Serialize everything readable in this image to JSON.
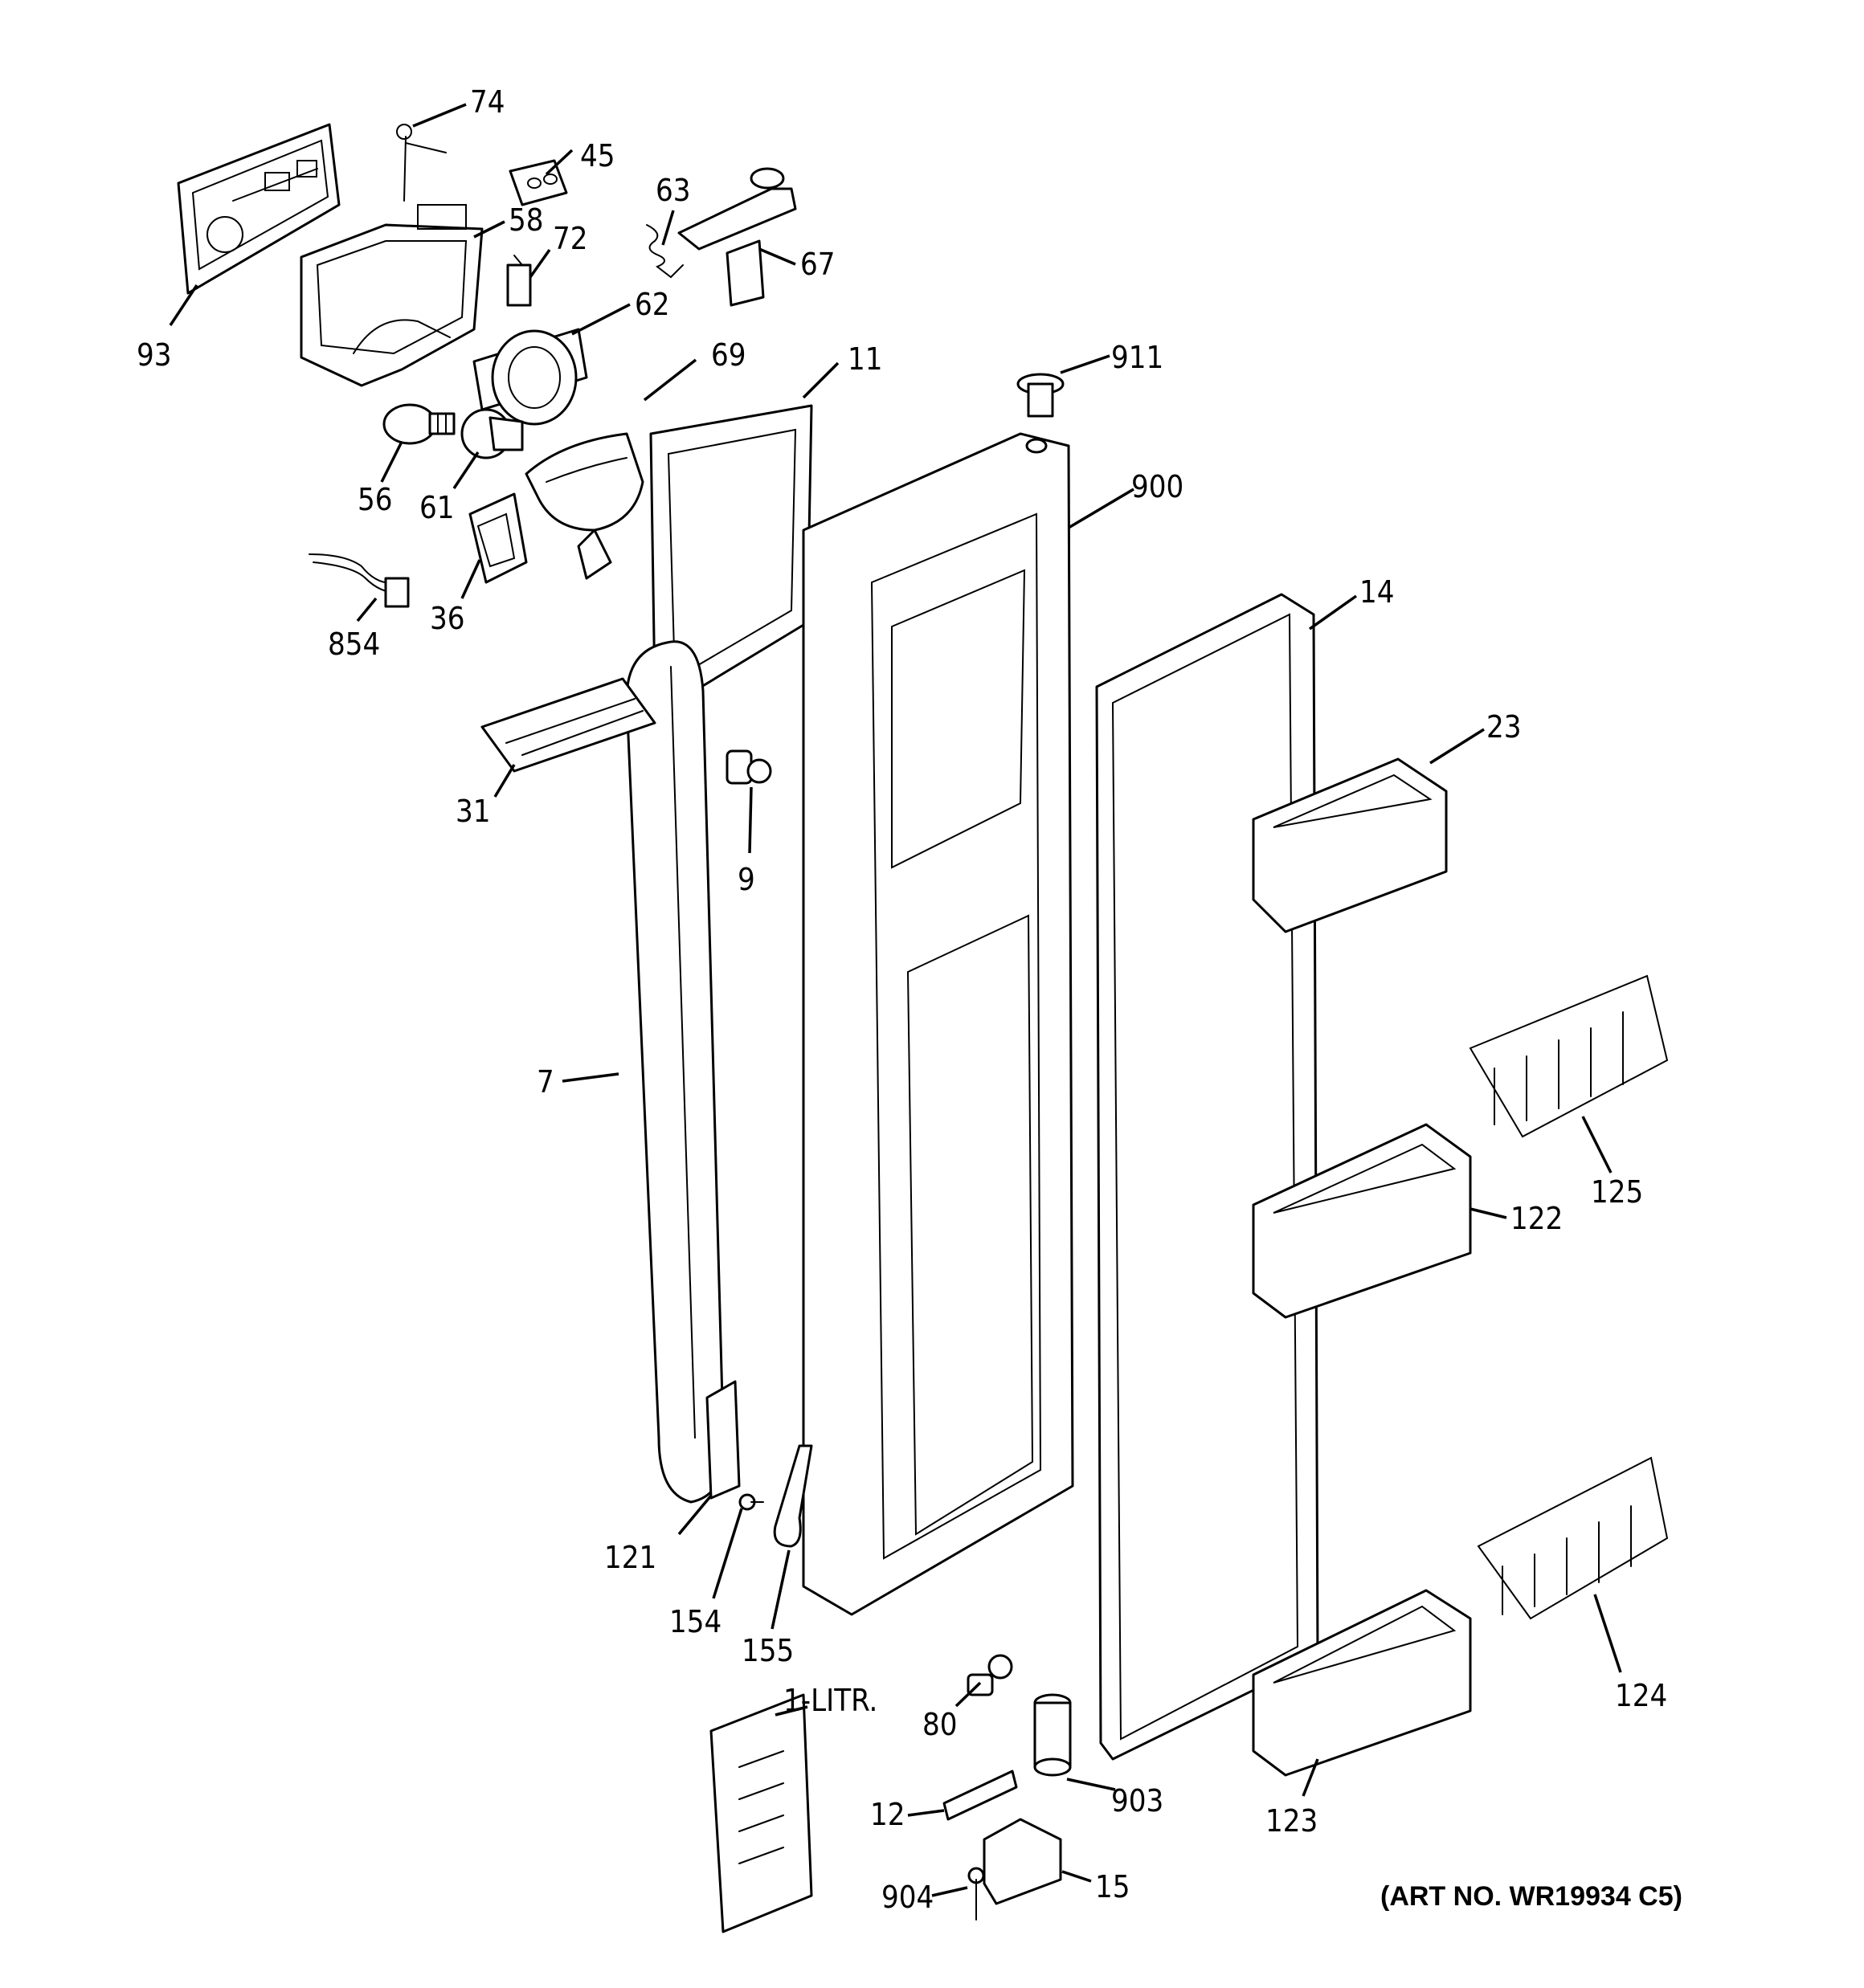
{
  "diagram": {
    "art_number": "(ART NO. WR19934 C5)",
    "callouts": [
      {
        "id": "74",
        "label": "74"
      },
      {
        "id": "45",
        "label": "45"
      },
      {
        "id": "58",
        "label": "58"
      },
      {
        "id": "63",
        "label": "63"
      },
      {
        "id": "72",
        "label": "72"
      },
      {
        "id": "67",
        "label": "67"
      },
      {
        "id": "93",
        "label": "93"
      },
      {
        "id": "62",
        "label": "62"
      },
      {
        "id": "69",
        "label": "69"
      },
      {
        "id": "11",
        "label": "11"
      },
      {
        "id": "911",
        "label": "911"
      },
      {
        "id": "56",
        "label": "56"
      },
      {
        "id": "61",
        "label": "61"
      },
      {
        "id": "900",
        "label": "900"
      },
      {
        "id": "36",
        "label": "36"
      },
      {
        "id": "854",
        "label": "854"
      },
      {
        "id": "14",
        "label": "14"
      },
      {
        "id": "23",
        "label": "23"
      },
      {
        "id": "31",
        "label": "31"
      },
      {
        "id": "9",
        "label": "9"
      },
      {
        "id": "7",
        "label": "7"
      },
      {
        "id": "125",
        "label": "125"
      },
      {
        "id": "122",
        "label": "122"
      },
      {
        "id": "121",
        "label": "121"
      },
      {
        "id": "154",
        "label": "154"
      },
      {
        "id": "155",
        "label": "155"
      },
      {
        "id": "124",
        "label": "124"
      },
      {
        "id": "80",
        "label": "80"
      },
      {
        "id": "1-LITR.",
        "label": "1-LITR."
      },
      {
        "id": "12",
        "label": "12"
      },
      {
        "id": "903",
        "label": "903"
      },
      {
        "id": "123",
        "label": "123"
      },
      {
        "id": "904",
        "label": "904"
      },
      {
        "id": "15",
        "label": "15"
      }
    ]
  }
}
